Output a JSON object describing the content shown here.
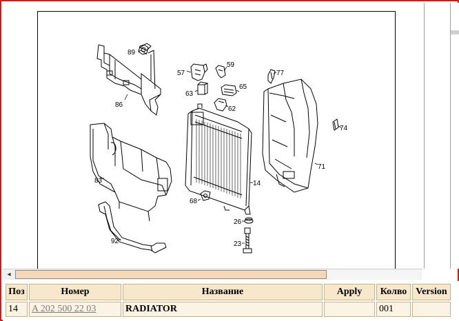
{
  "diagram": {
    "callouts": [
      {
        "id": "89",
        "label": "89"
      },
      {
        "id": "86",
        "label": "86"
      },
      {
        "id": "57",
        "label": "57"
      },
      {
        "id": "59",
        "label": "59"
      },
      {
        "id": "63",
        "label": "63"
      },
      {
        "id": "65",
        "label": "65"
      },
      {
        "id": "62",
        "label": "62"
      },
      {
        "id": "77",
        "label": "77"
      },
      {
        "id": "74",
        "label": "74"
      },
      {
        "id": "71",
        "label": "71"
      },
      {
        "id": "83",
        "label": "83"
      },
      {
        "id": "14",
        "label": "14"
      },
      {
        "id": "68",
        "label": "68"
      },
      {
        "id": "26",
        "label": "26"
      },
      {
        "id": "92",
        "label": "92"
      },
      {
        "id": "23",
        "label": "23"
      }
    ]
  },
  "hscroll": {
    "left_arrow": "◂"
  },
  "table": {
    "headers": {
      "pos": "Поз",
      "number": "Номер",
      "name": "Название",
      "apply": "Apply",
      "qty": "Колво",
      "version": "Version"
    },
    "rows": [
      {
        "pos": "14",
        "number": "A 202 500 22 03",
        "name": "RADIATOR",
        "apply": "",
        "qty": "001",
        "version": ""
      }
    ]
  },
  "colors": {
    "frame_border": "#d81818",
    "header_bg": "#f7e7cb",
    "cell_bg": "#fbf3e4",
    "scroll_thumb": "#f6d8b8"
  }
}
